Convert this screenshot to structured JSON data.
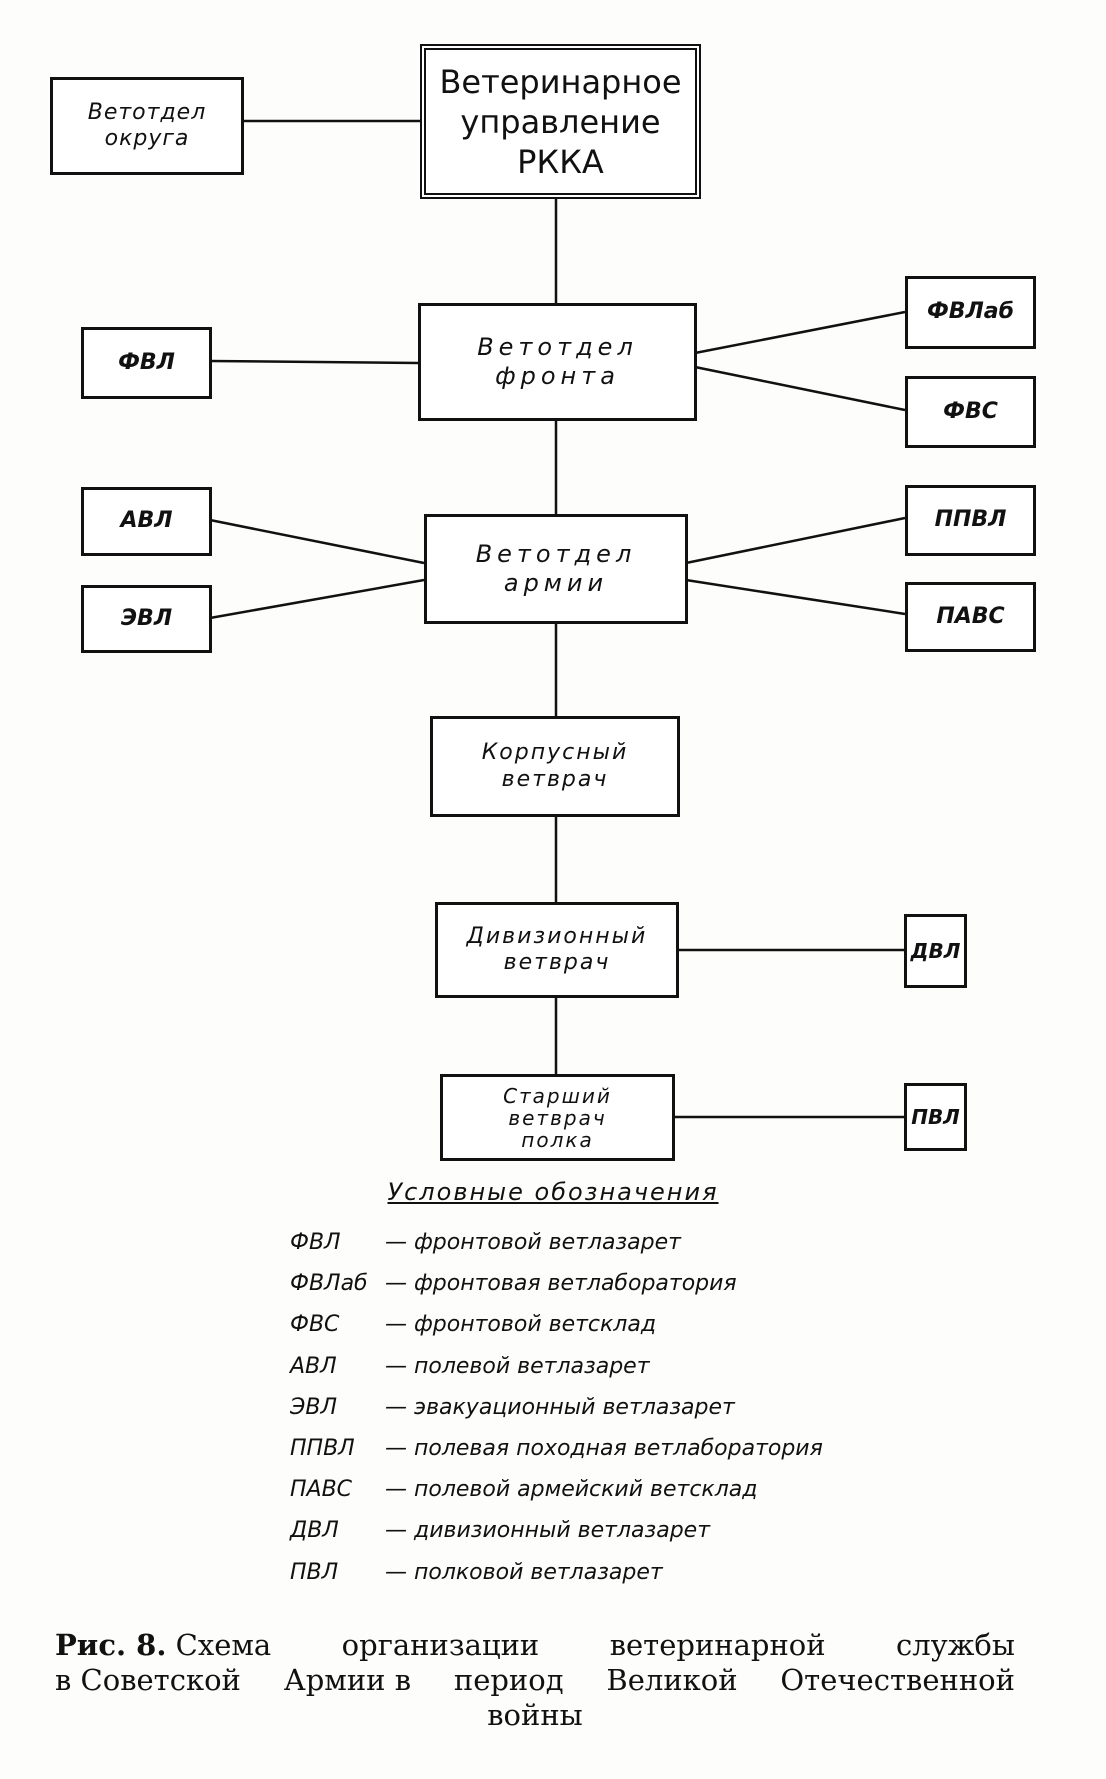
{
  "diagram": {
    "nodes": {
      "root": "Ветеринарное\nуправление\nРККА",
      "vetotdel_okruga": "Ветотдел\nокруга",
      "vetotdel_fronta": "Ветотдел\nфронта",
      "fvl": "ФВЛ",
      "fvlab": "ФВЛаб",
      "fvs": "ФВС",
      "vetotdel_armii": "Ветотдел\nармии",
      "avl": "АВЛ",
      "evl": "ЭВЛ",
      "ppvl": "ППВЛ",
      "pavs": "ПАВС",
      "korpusny": "Корпусный\nветврач",
      "divizionny": "Дивизионный\nветврач",
      "dvl": "ДВЛ",
      "starshiy": "Старший\nветврач\nполка",
      "pvl": "ПВЛ"
    }
  },
  "legend": {
    "title": "Условные обозначения",
    "items": [
      {
        "abbr": "ФВЛ",
        "desc": "— фронтовой ветлазарет"
      },
      {
        "abbr": "ФВЛаб",
        "desc": "— фронтовая ветлаборатория"
      },
      {
        "abbr": "ФВС",
        "desc": "— фронтовой ветсклад"
      },
      {
        "abbr": "АВЛ",
        "desc": "— полевой ветлазарет"
      },
      {
        "abbr": "ЭВЛ",
        "desc": "— эвакуационный ветлазарет"
      },
      {
        "abbr": "ППВЛ",
        "desc": "— полевая походная ветлаборатория"
      },
      {
        "abbr": "ПАВС",
        "desc": "— полевой армейский ветсклад"
      },
      {
        "abbr": "ДВЛ",
        "desc": "— дивизионный ветлазарет"
      },
      {
        "abbr": "ПВЛ",
        "desc": "— полковой ветлазарет"
      }
    ]
  },
  "caption": {
    "label": "Рис. 8.",
    "line1_words": [
      "Схема",
      "организации",
      "ветеринарной",
      "службы"
    ],
    "line2_words": [
      "в Советской",
      "Армии в",
      "период",
      "Великой",
      "Отечественной"
    ],
    "line3": "войны"
  }
}
